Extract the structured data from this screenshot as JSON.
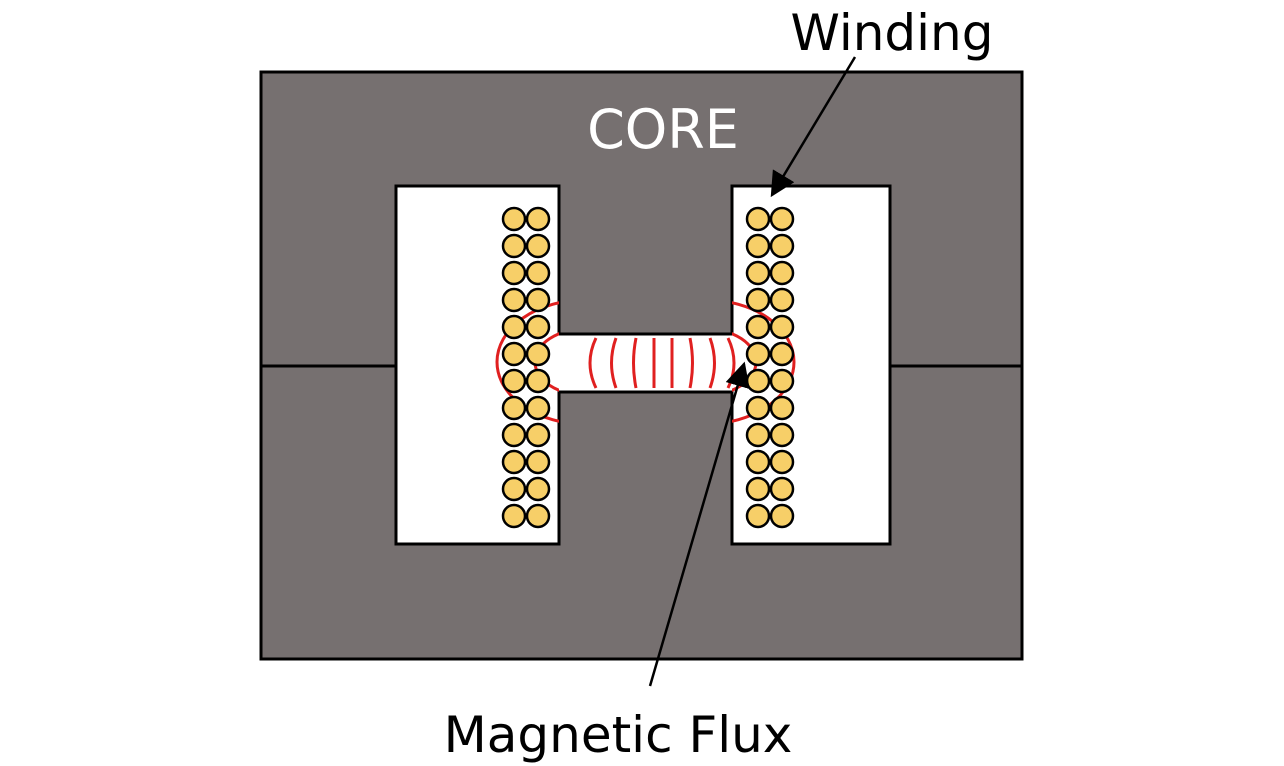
{
  "labels": {
    "core": "CORE",
    "winding": "Winding",
    "flux": "Magnetic Flux"
  },
  "colors": {
    "core": "#767070",
    "outline": "#000000",
    "window": "#ffffff",
    "conductor": "#f7cf68",
    "flux": "#e02020",
    "core_text": "#ffffff"
  },
  "winding": {
    "columns_per_side": 2,
    "turns_per_column": 12
  }
}
